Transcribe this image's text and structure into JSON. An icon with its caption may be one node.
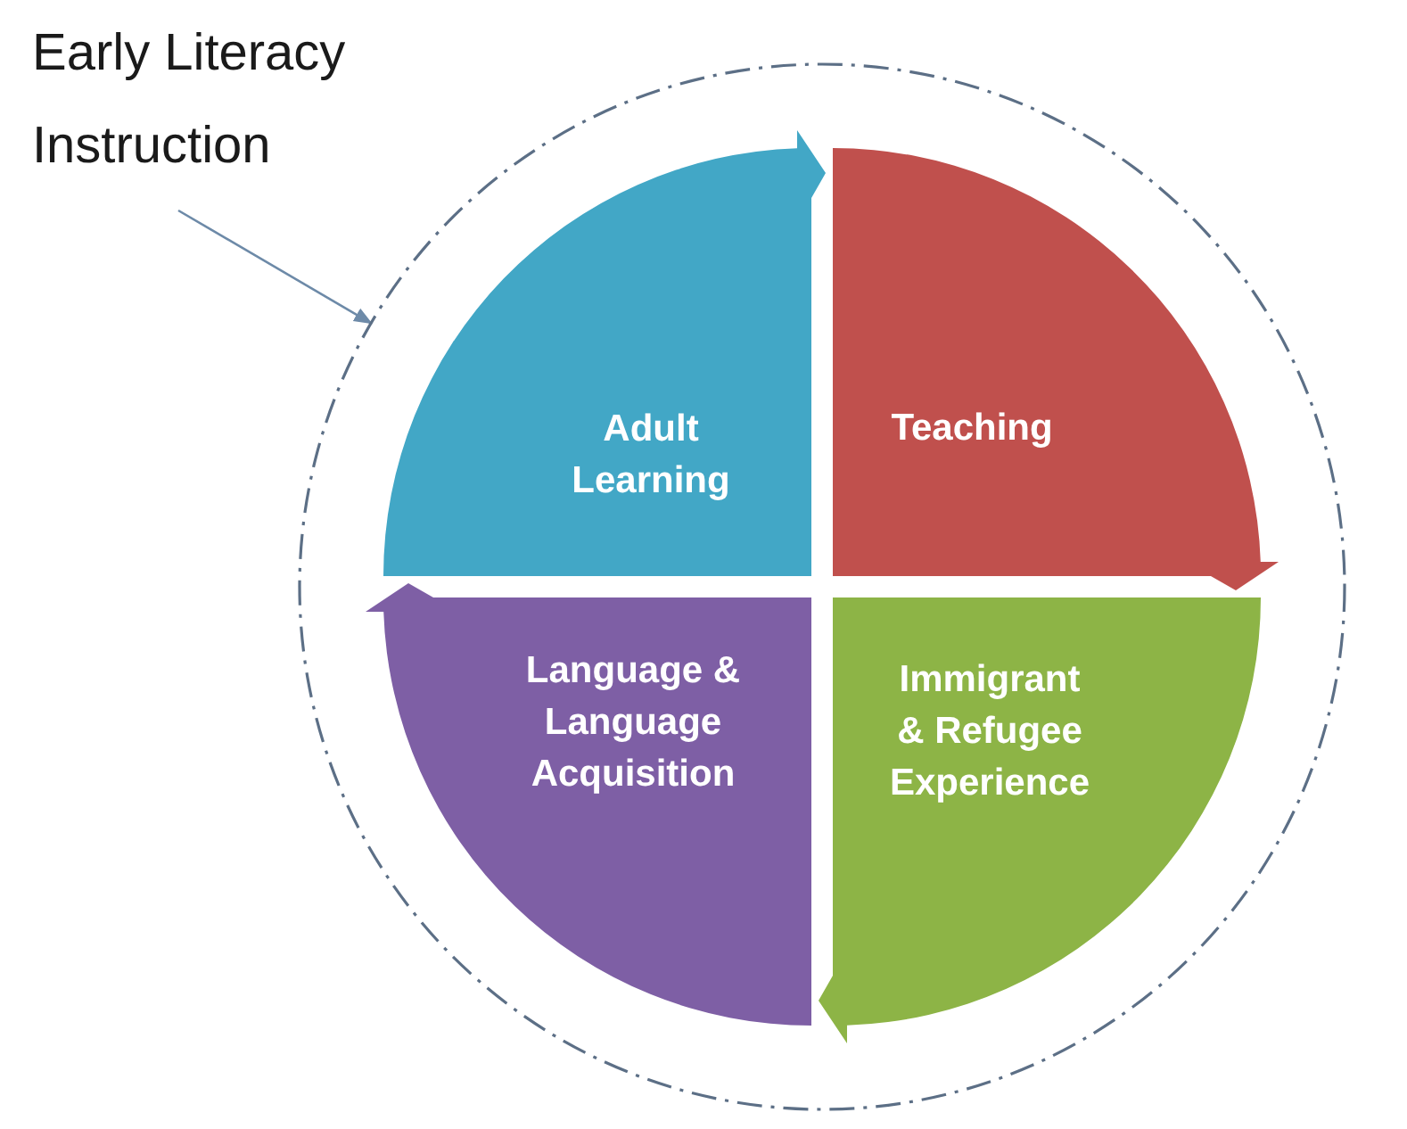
{
  "diagram": {
    "nodes": [
      {
        "text": [
          "Early Literacy Instruction"
        ]
      },
      {
        "text": [],
        "shape": "circle"
      },
      {
        "text": [
          "Adult Learning"
        ],
        "in": 1
      },
      {
        "text": [
          "Teaching"
        ],
        "in": 1
      },
      {
        "text": [
          "Immigrant & Refugee Experience"
        ],
        "in": 1
      },
      {
        "text": [
          "Language & Language Acquisition"
        ],
        "in": 1
      }
    ],
    "edges": [
      {
        "from": 0,
        "to": 1,
        "arrow": "to"
      }
    ]
  }
}
